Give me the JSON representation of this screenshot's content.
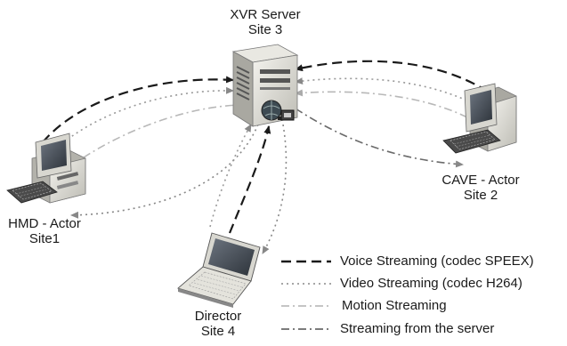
{
  "nodes": {
    "server": {
      "name": "XVR Server",
      "site": "Site 3"
    },
    "hmd": {
      "name": "HMD - Actor",
      "site": "Site1"
    },
    "cave": {
      "name": "CAVE - Actor",
      "site": "Site 2"
    },
    "director": {
      "name": "Director",
      "site": "Site 4"
    }
  },
  "legend": [
    {
      "label": "Voice Streaming (codec SPEEX)",
      "style": "dashed-long",
      "color": "#1a1a1a"
    },
    {
      "label": "Video Streaming (codec H264)",
      "style": "dotted",
      "color": "#9a9a9a"
    },
    {
      "label": "Motion Streaming",
      "style": "dash-dot",
      "color": "#bdbdbd"
    },
    {
      "label": "Streaming from the server",
      "style": "dash-dot-dark",
      "color": "#6a6a6a"
    }
  ]
}
